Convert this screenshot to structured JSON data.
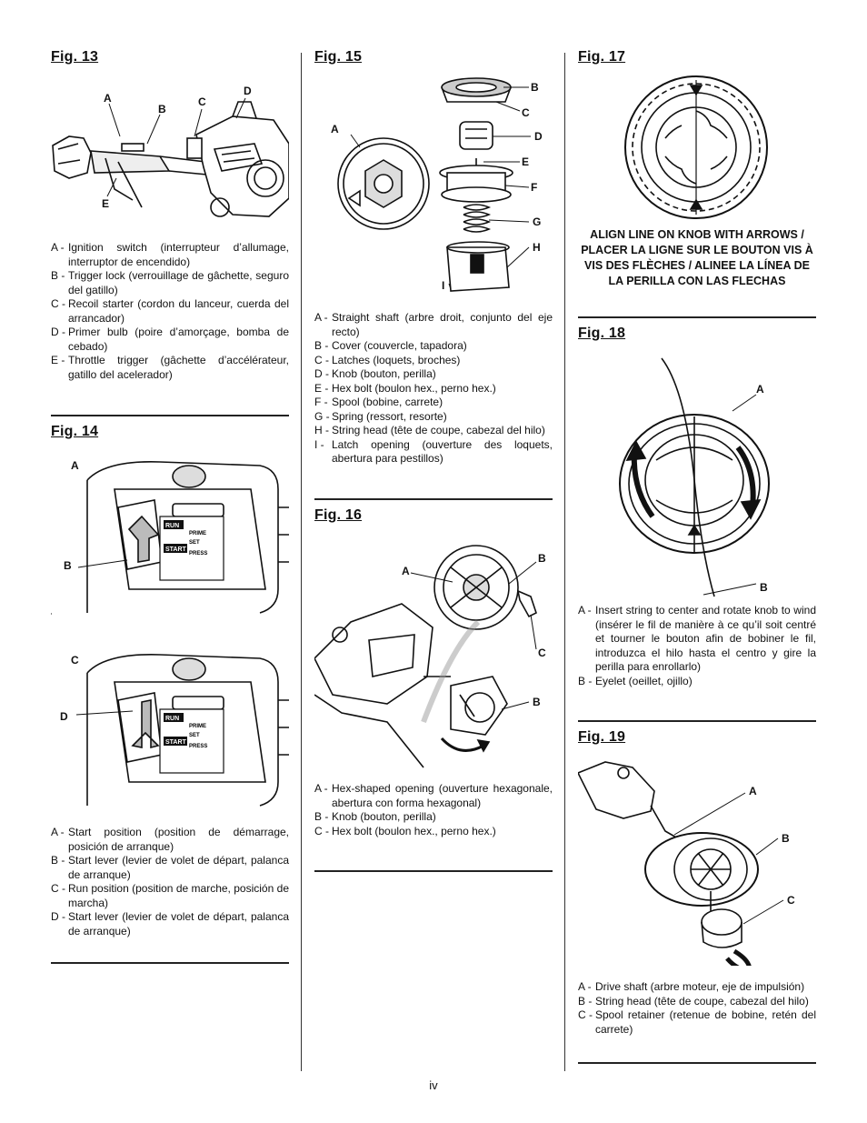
{
  "page_number": "iv",
  "fig13": {
    "title": "Fig. 13",
    "labels": [
      "A",
      "B",
      "C",
      "D",
      "E"
    ],
    "legend": [
      {
        "key": "A -",
        "text": "Ignition switch (interrupteur d’allumage, interruptor de encendido)"
      },
      {
        "key": "B -",
        "text": "Trigger lock (verrouillage de gâchette, seguro del gatillo)"
      },
      {
        "key": "C -",
        "text": "Recoil starter (cordon du lanceur, cuerda del arrancador)"
      },
      {
        "key": "D -",
        "text": "Primer bulb (poire d’amorçage, bomba de cebado)"
      },
      {
        "key": "E -",
        "text": "Throttle trigger (gâchette d’accélérateur, gatillo del acelerador)"
      }
    ]
  },
  "fig14": {
    "title": "Fig. 14",
    "labels": [
      "A",
      "B",
      "C",
      "D"
    ],
    "panel": {
      "run": "RUN",
      "start": "START",
      "prime": "PRIME",
      "set": "SET",
      "press": "PRESS"
    },
    "legend": [
      {
        "key": "A -",
        "text": "Start position (position de démarrage, posición de arranque)"
      },
      {
        "key": "B -",
        "text": "Start lever (levier de volet de départ, palanca de arranque)"
      },
      {
        "key": "C -",
        "text": "Run position (position de marche, posición de marcha)"
      },
      {
        "key": "D -",
        "text": "Start lever (levier de volet de départ, palanca de arranque)"
      }
    ]
  },
  "fig15": {
    "title": "Fig. 15",
    "labels": [
      "A",
      "B",
      "C",
      "D",
      "E",
      "F",
      "G",
      "H",
      "I"
    ],
    "legend": [
      {
        "key": "A -",
        "text": "Straight shaft (arbre droit, conjunto del eje recto)"
      },
      {
        "key": "B -",
        "text": "Cover (couvercle, tapadora)"
      },
      {
        "key": "C -",
        "text": "Latches (loquets, broches)"
      },
      {
        "key": "D -",
        "text": "Knob (bouton, perilla)"
      },
      {
        "key": "E -",
        "text": "Hex bolt (boulon hex., perno hex.)"
      },
      {
        "key": "F -",
        "text": "Spool (bobine, carrete)"
      },
      {
        "key": "G -",
        "text": "Spring (ressort, resorte)"
      },
      {
        "key": "H -",
        "text": "String head (tête de coupe, cabezal del hilo)"
      },
      {
        "key": "I -",
        "text": "Latch opening (ouverture des loquets, abertura para pestillos)"
      }
    ]
  },
  "fig16": {
    "title": "Fig. 16",
    "labels": [
      "A",
      "B",
      "C",
      "B"
    ],
    "legend": [
      {
        "key": "A -",
        "text": "Hex-shaped opening (ouverture hexagonale, abertura con forma hexagonal)"
      },
      {
        "key": "B -",
        "text": "Knob (bouton, perilla)"
      },
      {
        "key": "C -",
        "text": "Hex bolt (boulon hex., perno hex.)"
      }
    ]
  },
  "fig17": {
    "title": "Fig. 17",
    "caption": "ALIGN LINE ON KNOB WITH ARROWS / PLACER LA LIGNE SUR LE BOUTON VIS À VIS DES FLÈCHES / ALINEE LA LÍNEA DE LA PERILLA CON LAS FLECHAS"
  },
  "fig18": {
    "title": "Fig. 18",
    "labels": [
      "A",
      "B"
    ],
    "legend": [
      {
        "key": "A -",
        "text": "Insert string to center and rotate knob to wind (insérer le fil de manière à ce qu’il soit centré et tourner le bouton afin de bobiner le fil, introduzca el hilo hasta el centro y gire la perilla para enrollarlo)"
      },
      {
        "key": "B -",
        "text": "Eyelet (oeillet, ojillo)"
      }
    ]
  },
  "fig19": {
    "title": "Fig. 19",
    "labels": [
      "A",
      "B",
      "C"
    ],
    "legend": [
      {
        "key": "A -",
        "text": "Drive shaft (arbre moteur, eje de impulsión)"
      },
      {
        "key": "B -",
        "text": "String head (tête de coupe, cabezal del hilo)"
      },
      {
        "key": "C -",
        "text": "Spool retainer (retenue de bobine, retén del carrete)"
      }
    ]
  }
}
